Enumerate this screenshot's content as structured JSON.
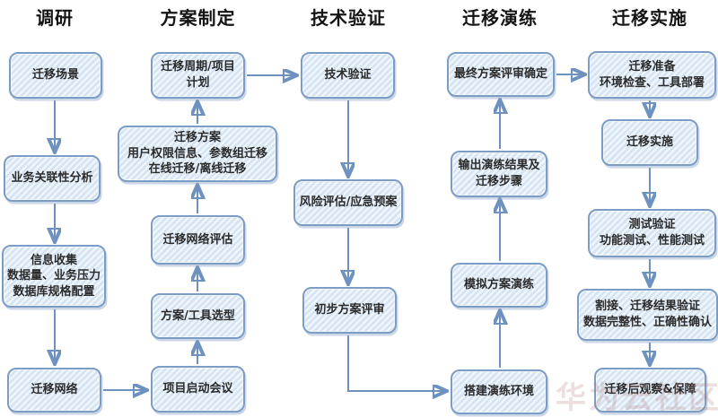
{
  "watermark": "华为云社区",
  "colors": {
    "box_border": "#7b9cc5",
    "box_fill": "#d5e3f2",
    "box_stripe": "#eef5fb",
    "arrow": "#6e92c0",
    "header_text": "#141414",
    "box_text": "#2b2b2b"
  },
  "columns": [
    {
      "header": "调研",
      "boxes": [
        {
          "label": "迁移场景"
        },
        {
          "label": "业务关联性分析"
        },
        {
          "label": "信息收集\n数据量、业务压力\n数据库规格配置"
        },
        {
          "label": "迁移网络"
        }
      ]
    },
    {
      "header": "方案制定",
      "boxes": [
        {
          "label": "迁移周期/项目计划"
        },
        {
          "label": "迁移方案\n用户权限信息、参数组迁移\n在线迁移/离线迁移"
        },
        {
          "label": "迁移网络评估"
        },
        {
          "label": "方案/工具选型"
        },
        {
          "label": "项目启动会议"
        }
      ]
    },
    {
      "header": "技术验证",
      "boxes": [
        {
          "label": "技术验证"
        },
        {
          "label": "风险评估/应急预案"
        },
        {
          "label": "初步方案评审"
        }
      ]
    },
    {
      "header": "迁移演练",
      "boxes": [
        {
          "label": "最终方案评审确定"
        },
        {
          "label": "输出演练结果及\n迁移步骤"
        },
        {
          "label": "模拟方案演练"
        },
        {
          "label": "搭建演练环境"
        }
      ]
    },
    {
      "header": "迁移实施",
      "boxes": [
        {
          "label": "迁移准备\n环境检查、工具部署"
        },
        {
          "label": "迁移实施"
        },
        {
          "label": "测试验证\n功能测试、性能测试"
        },
        {
          "label": "割接、迁移结果验证\n数据完整性、正确性确认"
        },
        {
          "label": "迁移后观察&保障"
        }
      ]
    }
  ],
  "edges": [
    {
      "from": "迁移场景",
      "to": "业务关联性分析"
    },
    {
      "from": "业务关联性分析",
      "to": "信息收集"
    },
    {
      "from": "信息收集",
      "to": "迁移网络"
    },
    {
      "from": "迁移网络",
      "to": "项目启动会议"
    },
    {
      "from": "项目启动会议",
      "to": "方案/工具选型"
    },
    {
      "from": "方案/工具选型",
      "to": "迁移网络评估"
    },
    {
      "from": "迁移网络评估",
      "to": "迁移方案"
    },
    {
      "from": "迁移方案",
      "to": "迁移周期/项目计划"
    },
    {
      "from": "迁移周期/项目计划",
      "to": "技术验证"
    },
    {
      "from": "技术验证",
      "to": "风险评估/应急预案"
    },
    {
      "from": "风险评估/应急预案",
      "to": "初步方案评审"
    },
    {
      "from": "初步方案评审",
      "to": "搭建演练环境"
    },
    {
      "from": "搭建演练环境",
      "to": "模拟方案演练"
    },
    {
      "from": "模拟方案演练",
      "to": "输出演练结果及迁移步骤"
    },
    {
      "from": "输出演练结果及迁移步骤",
      "to": "最终方案评审确定"
    },
    {
      "from": "最终方案评审确定",
      "to": "迁移准备"
    },
    {
      "from": "迁移准备",
      "to": "迁移实施"
    },
    {
      "from": "迁移实施",
      "to": "测试验证"
    },
    {
      "from": "测试验证",
      "to": "割接、迁移结果验证"
    },
    {
      "from": "割接、迁移结果验证",
      "to": "迁移后观察&保障"
    }
  ]
}
